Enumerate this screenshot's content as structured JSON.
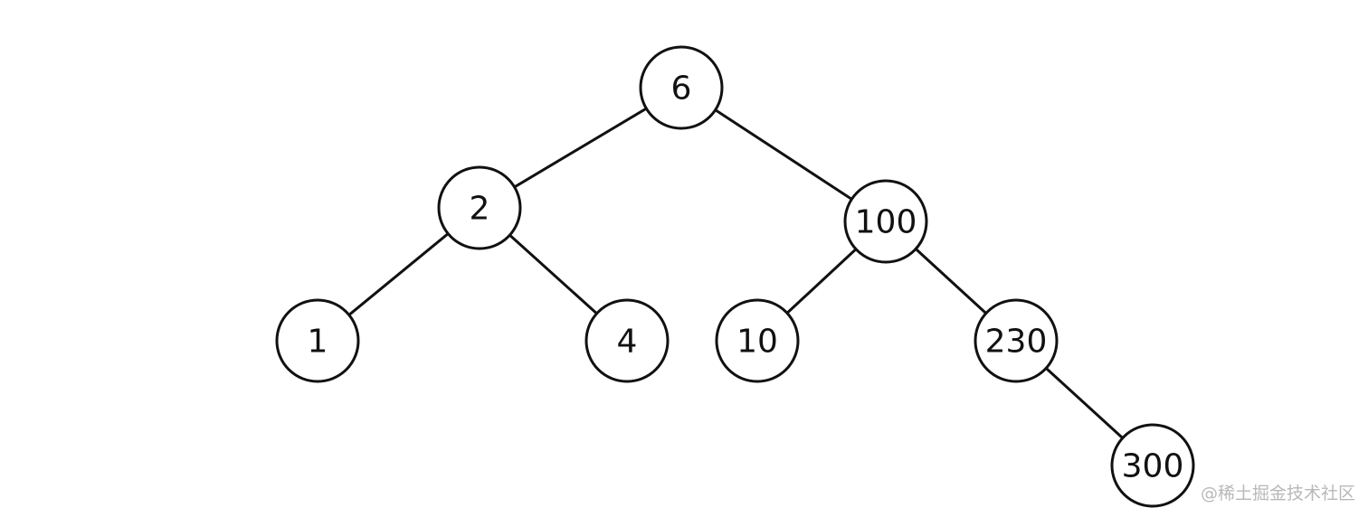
{
  "tree": {
    "nodes": [
      {
        "id": "n6",
        "label": "6"
      },
      {
        "id": "n2",
        "label": "2"
      },
      {
        "id": "n100",
        "label": "100"
      },
      {
        "id": "n1",
        "label": "1"
      },
      {
        "id": "n4",
        "label": "4"
      },
      {
        "id": "n10",
        "label": "10"
      },
      {
        "id": "n230",
        "label": "230"
      },
      {
        "id": "n300",
        "label": "300"
      }
    ],
    "edges": [
      {
        "from": "n6",
        "to": "n2"
      },
      {
        "from": "n6",
        "to": "n100"
      },
      {
        "from": "n2",
        "to": "n1"
      },
      {
        "from": "n2",
        "to": "n4"
      },
      {
        "from": "n100",
        "to": "n10"
      },
      {
        "from": "n100",
        "to": "n230"
      },
      {
        "from": "n230",
        "to": "n300"
      }
    ]
  },
  "watermark": "@稀土掘金技术社区"
}
